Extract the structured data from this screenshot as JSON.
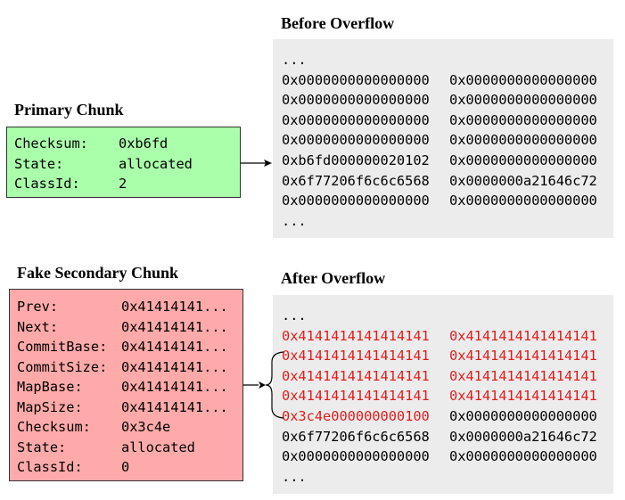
{
  "before": {
    "title": "Before Overflow",
    "lines": [
      {
        "c1": "...",
        "c2": "",
        "r1": false,
        "r2": false
      },
      {
        "c1": "0x0000000000000000",
        "c2": "0x0000000000000000",
        "r1": false,
        "r2": false
      },
      {
        "c1": "0x0000000000000000",
        "c2": "0x0000000000000000",
        "r1": false,
        "r2": false
      },
      {
        "c1": "0x0000000000000000",
        "c2": "0x0000000000000000",
        "r1": false,
        "r2": false
      },
      {
        "c1": "0x0000000000000000",
        "c2": "0x0000000000000000",
        "r1": false,
        "r2": false
      },
      {
        "c1": "0xb6fd000000020102",
        "c2": "0x0000000000000000",
        "r1": false,
        "r2": false
      },
      {
        "c1": "0x6f77206f6c6c6568",
        "c2": "0x0000000a21646c72",
        "r1": false,
        "r2": false
      },
      {
        "c1": "0x0000000000000000",
        "c2": "0x0000000000000000",
        "r1": false,
        "r2": false
      },
      {
        "c1": "...",
        "c2": "",
        "r1": false,
        "r2": false
      }
    ]
  },
  "after": {
    "title": "After Overflow",
    "lines": [
      {
        "c1": "...",
        "c2": "",
        "r1": false,
        "r2": false
      },
      {
        "c1": "0x4141414141414141",
        "c2": "0x4141414141414141",
        "r1": true,
        "r2": true
      },
      {
        "c1": "0x4141414141414141",
        "c2": "0x4141414141414141",
        "r1": true,
        "r2": true
      },
      {
        "c1": "0x4141414141414141",
        "c2": "0x4141414141414141",
        "r1": true,
        "r2": true
      },
      {
        "c1": "0x4141414141414141",
        "c2": "0x4141414141414141",
        "r1": true,
        "r2": true
      },
      {
        "c1": "0x3c4e000000000100",
        "c2": "0x0000000000000000",
        "r1": true,
        "r2": false
      },
      {
        "c1": "0x6f77206f6c6c6568",
        "c2": "0x0000000a21646c72",
        "r1": false,
        "r2": false
      },
      {
        "c1": "0x0000000000000000",
        "c2": "0x0000000000000000",
        "r1": false,
        "r2": false
      },
      {
        "c1": "...",
        "c2": "",
        "r1": false,
        "r2": false
      }
    ]
  },
  "primary": {
    "title": "Primary Chunk",
    "fill": "#aaffaa",
    "fields": [
      {
        "key": "Checksum:",
        "value": "0xb6fd"
      },
      {
        "key": "State:",
        "value": "allocated"
      },
      {
        "key": "ClassId:",
        "value": "2"
      }
    ]
  },
  "secondary": {
    "title": "Fake Secondary Chunk",
    "fill": "#ffaaaa",
    "fields": [
      {
        "key": "Prev:",
        "value": "0x41414141..."
      },
      {
        "key": "Next:",
        "value": "0x41414141..."
      },
      {
        "key": "CommitBase:",
        "value": "0x41414141..."
      },
      {
        "key": "CommitSize:",
        "value": "0x41414141..."
      },
      {
        "key": "MapBase:",
        "value": "0x41414141..."
      },
      {
        "key": "MapSize:",
        "value": "0x41414141..."
      },
      {
        "key": "Checksum:",
        "value": "0x3c4e"
      },
      {
        "key": "State:",
        "value": "allocated"
      },
      {
        "key": "ClassId:",
        "value": "0"
      }
    ]
  },
  "colors": {
    "overflow_red": "#e31b1b",
    "panel_bg": "#ececec"
  }
}
